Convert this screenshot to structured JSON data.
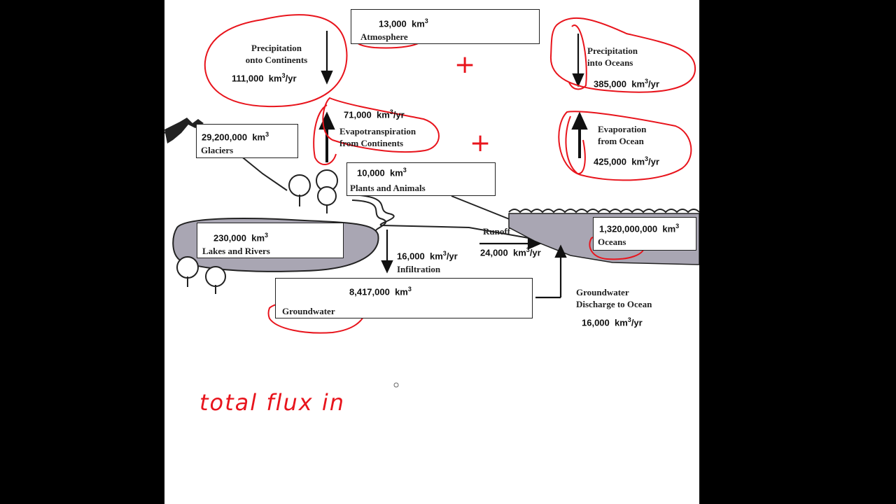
{
  "atmosphere": {
    "value": "13,000",
    "unit": "km",
    "sup": "3",
    "label": "Atmosphere"
  },
  "precip_continents": {
    "label1": "Precipitation",
    "label2": "onto Continents",
    "value": "111,000",
    "unit": "km",
    "sup": "3",
    "rate": "/yr"
  },
  "precip_oceans": {
    "label1": "Precipitation",
    "label2": "into Oceans",
    "value": "385,000",
    "unit": "km",
    "sup": "3",
    "rate": "/yr"
  },
  "evapotranspiration": {
    "value": "71,000",
    "unit": "km",
    "sup": "3",
    "rate": "/yr",
    "label1": "Evapotranspiration",
    "label2": "from Continents"
  },
  "evaporation_ocean": {
    "label1": "Evaporation",
    "label2": "from Ocean",
    "value": "425,000",
    "unit": "km",
    "sup": "3",
    "rate": "/yr"
  },
  "glaciers": {
    "value": "29,200,000",
    "unit": "km",
    "sup": "3",
    "label": "Glaciers"
  },
  "plants": {
    "value": "10,000",
    "unit": "km",
    "sup": "3",
    "label": "Plants and Animals"
  },
  "lakes": {
    "value": "230,000",
    "unit": "km",
    "sup": "3",
    "label": "Lakes and Rivers"
  },
  "oceans": {
    "value": "1,320,000,000",
    "unit": "km",
    "sup": "3",
    "label": "Oceans"
  },
  "runoff": {
    "label": "Runoff",
    "value": "24,000",
    "unit": "km",
    "sup": "3",
    "rate": "/yr"
  },
  "infiltration": {
    "value": "16,000",
    "unit": "km",
    "sup": "3",
    "rate": "/yr",
    "label": "Infiltration"
  },
  "groundwater": {
    "value": "8,417,000",
    "unit": "km",
    "sup": "3",
    "label": "Groundwater"
  },
  "gw_discharge": {
    "label1": "Groundwater",
    "label2": "Discharge to Ocean",
    "value": "16,000",
    "unit": "km",
    "sup": "3",
    "rate": "/yr"
  },
  "annotations": {
    "plus1": "+",
    "plus2": "+",
    "handwriting": "total flux in"
  },
  "colors": {
    "ink": "#e8141c",
    "water": "#a9a6b3",
    "background": "#000000"
  }
}
